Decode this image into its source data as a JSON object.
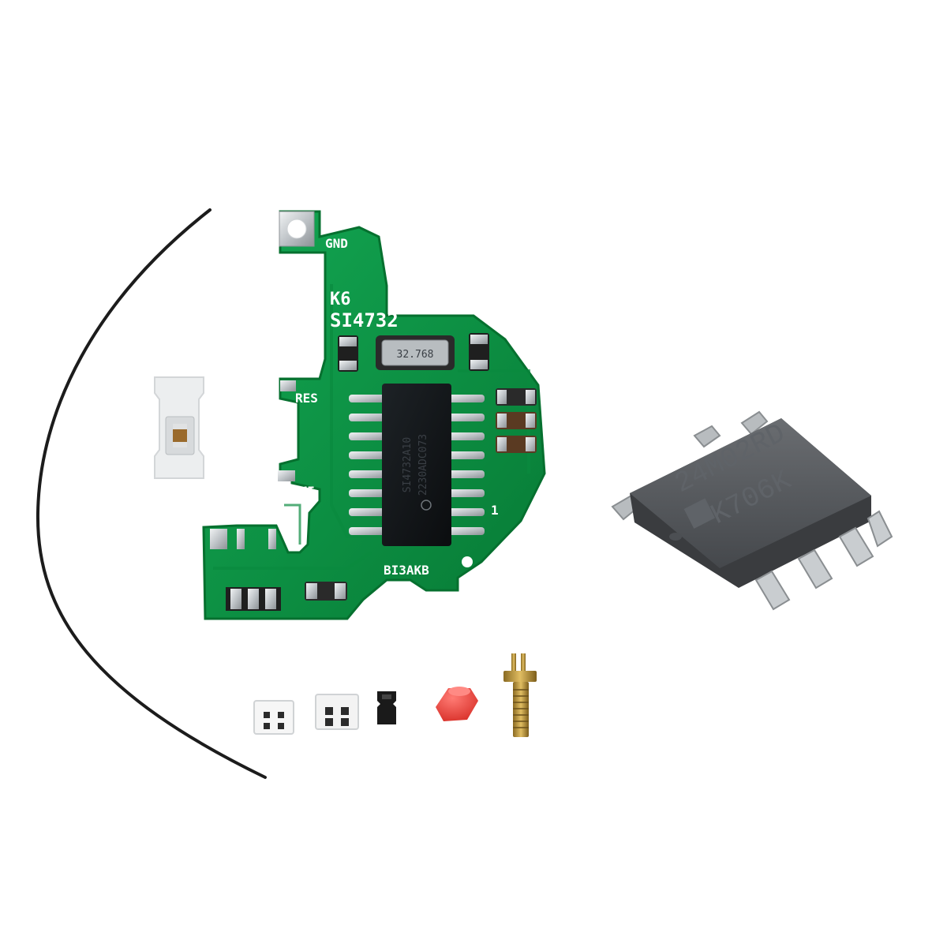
{
  "pcb": {
    "silkscreen": {
      "gnd": "GND",
      "model": "K6",
      "chip_name": "SI4732",
      "res": "RES",
      "ami": "AMI",
      "author": "BI3AKB",
      "pin1": "1"
    },
    "crystal_marking": "32.768",
    "main_ic_marking": {
      "line1": "SI4732A10",
      "line2": "2230ADC073"
    }
  },
  "eeprom_chip": {
    "line1": "24M02RD",
    "line2": "K706K"
  },
  "colors": {
    "pcb_green": "#0c9b46",
    "pcb_green_dark": "#087a36",
    "chip_body": "#5b5e62",
    "antenna_cap_red": "#ee3b34",
    "wire": "#1c1c1c",
    "pad_silver": "#cfd3d6"
  }
}
